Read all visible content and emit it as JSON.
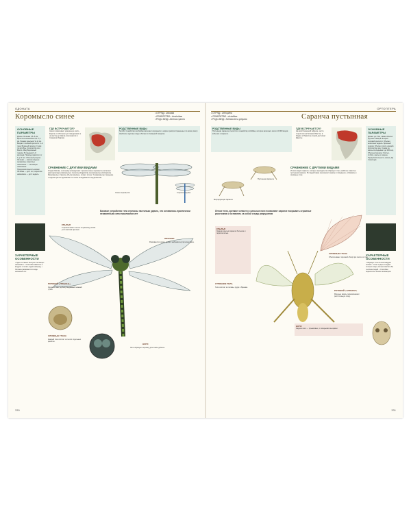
{
  "left": {
    "section": "ОДОНАТА",
    "title": "Коромысло синее",
    "taxonomy": [
      {
        "label": "• ОТРЯД •",
        "value": "Odonata"
      },
      {
        "label": "• СЕМЕЙСТВО •",
        "value": "Aeshnidae"
      },
      {
        "label": "• РОД и ВИД •",
        "value": "Aeshna cyanea"
      }
    ],
    "sidebar_head": "ОСНОВНЫЕ ПАРАМЕТРЫ",
    "sidebar_text": "Длина: Личинка 3,5–5 см; взрослое насекомое 6,5–7,5 см. Размах крыльев: 9–11 см. Возраст половой зрелости: 1–2 года. Брачный период: С мая по октябрь. Количество яиц: Много. Инкубационный период: В среднем 3–6 месяцев. Период развития: от 1 до 3 лет. Обычный рацион: Личинки — мелкие водные организмы; взрослые насекомые — летающие насекомые. Продолжительность жизни: Личинка — до 3 лет; взрослое насекомое — до 4 недель.",
    "where_head": "ГДЕ ВСТРЕЧАЕТСЯ?",
    "where_text": "Ареал охватывает умеренную часть Европы от Испании до Скандинавии и на восток до Урала; встречается в Северной Африке.",
    "related_head": "РОДСТВЕННЫЕ ВИДЫ",
    "related_text": "Semibr. Семейство Aeshnidae включает коромысел, широко распространенных по всему свету. Наиболее крупные виды обитают в Северной Америке.",
    "compare_head": "СРАВНЕНИЕ С ДРУГИМИ ВИДАМИ",
    "compare_text": "Отряд Odonata, к которому принадлежит стрекоза синее коромысло, включает два подотряда: равнокрылые стрекозы (Zygoptera) и разнокрылые (Anisoptera). Разнокрылые стрекозы обычно крупнее, летают лучше. У равнокрылых передние и задние крылья одинаковы и в покое складываются над брюшком.",
    "species_label_1": "Синее коромысло",
    "species_label_2": "Стрелка голубая",
    "lead": "Базовое устройство тела стрекозы настолько удачно, что оставалось практически неизменным сотни миллионов лет",
    "label_wings": "КРЫЛЬЯ",
    "label_wings_text": "Стрекоза может летать по-разному, меняя угол наклона крыльев.",
    "label_nymph": "ЛИЧИНКА",
    "label_nymph_text": "Развивается в воде, дышит жабрами внутри кишечника.",
    "label_joint": "РОТОВОЙ «ГРЕБЕНЬ»",
    "label_joint_text": "Личинка ловит добычу выдвижной нижней губой.",
    "label_eyes": "СЛОЖНЫЕ ГЛАЗА",
    "label_eyes_text": "Каждый глаз состоит из тысяч отдельных фасеток.",
    "label_legs": "НОГИ",
    "label_legs_text": "Ноги образуют корзинку для ловли добычи.",
    "char_head": "ХАРАКТЕРНЫЕ ОСОБЕННОСТИ",
    "char_text": "• Одно из самых быстрых летающих насекомых. • Способна зависать в воздухе и летать задом наперед. • Личинка развивается в воде несколько лет.",
    "page_no": "330"
  },
  "right": {
    "section": "ОРТОПТЕРА",
    "title": "Саранча пустынная",
    "taxonomy": [
      {
        "label": "• ОТРЯД •",
        "value": "Orthoptera"
      },
      {
        "label": "• СЕМЕЙСТВО •",
        "value": "Acrididae"
      },
      {
        "label": "• РОД и ВИД •",
        "value": "Schistocerca gregaria"
      }
    ],
    "sidebar_head": "ОСНОВНЫЕ ПАРАМЕТРЫ",
    "sidebar_text": "Длина: до 8 см, самки обычно крупнее самцов. Возраст половой зрелости: Обычно несколько недель. Брачный период: Обычно после дождей. Количество яиц: Самка за жизнь откладывает до 300 яиц. Обычный рацион: Листья, стебли, цветы и семена. Продолжительность жизни: До 3 месяцев.",
    "where_head": "ГДЕ ВСТРЕЧАЕТСЯ?",
    "where_text": "На всей Северной Африке, часто перелетая на Ближний Восток, в Индию и Пакистан; порой достигает Европы.",
    "related_head": "РОДСТВЕННЫЕ ВИДЫ",
    "related_text": "Пустынная саранча относится к семейству Acrididae, которое включает около 10 000 видов кобылок и саранчи.",
    "compare_head": "СРАВНЕНИЕ С ДРУГИМИ ВИДАМИ",
    "compare_text": "Из всех видов саранчи, которые периодически образуют стаи, наиболее известна пустынная саранча. В стадной фазе она меняет окраску и поведение, собираясь в огромные стаи.",
    "species_label_1": "Мигрирующая саранча",
    "species_label_2": "Пустынная саранча",
    "lead": "Легкое тело, крепкие челюсти и сильные ноги позволяют саранче покрывать огромные расстояния и оставлять за собой следы разрушения",
    "label_wings": "КРЫЛЬЯ",
    "label_wings_text": "Задние крылья саранчи большие и перепончатые.",
    "label_eyes": "СЛОЖНЫЕ ГЛАЗА",
    "label_eyes_text": "Обеспечивают хороший обзор при полете в стае.",
    "label_mouth": "РОТОВОЙ «АППАРАТ»",
    "label_mouth_text": "Мощные жвалы перемалывают растительную пищу.",
    "label_body": "СТРОЕНИЕ ТЕЛА",
    "label_body_text": "Тело состоит из головы, груди и брюшка.",
    "label_legs": "НОГИ",
    "label_legs_text": "Задние ноги — прыжковые, с мощными мышцами.",
    "char_head": "ХАРАКТЕРНЫЕ ОСОБЕННОСТИ",
    "char_text": "• Образует стаи из миллиардов особей. • Стая за день съедает столько пищи, сколько хватило бы тысячам людей. • Способна перелетать тысячи километров.",
    "page_no": "331"
  },
  "colors": {
    "accent_green": "#2d5a43",
    "title_brown": "#5c4a1c",
    "sidebar_bg": "#e3efe9",
    "map_red": "#c0392b"
  }
}
